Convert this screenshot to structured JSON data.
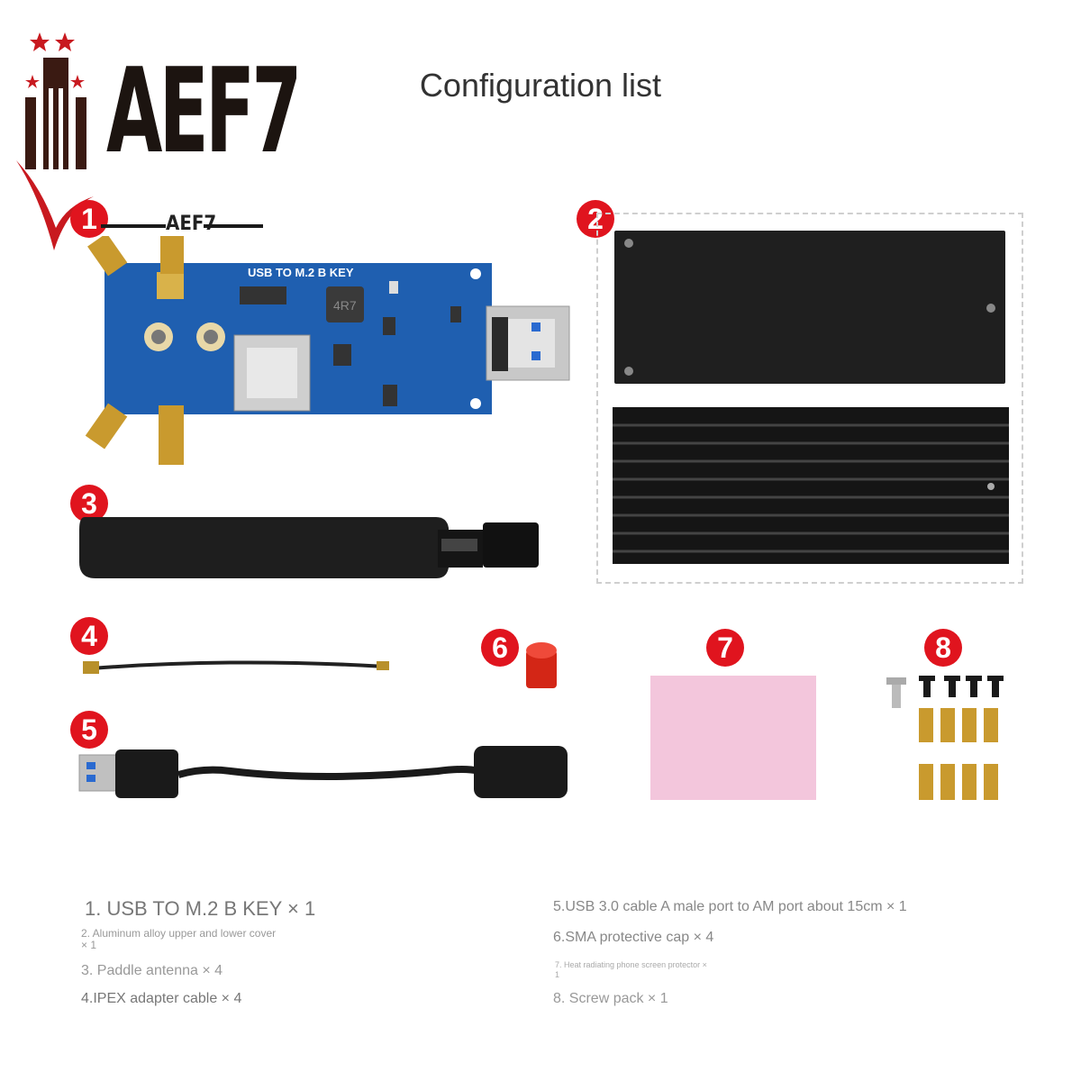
{
  "logo": {
    "text": "AEF7"
  },
  "title": "Configuration list",
  "watermark": {
    "text": "AEF7"
  },
  "board": {
    "silk_label": "USB TO M.2 B KEY",
    "inductor_label": "4R7"
  },
  "badges": [
    "1",
    "2",
    "3",
    "4",
    "5",
    "6",
    "7",
    "8"
  ],
  "items_left": [
    "1.  USB TO M.2 B KEY × 1",
    "2. Aluminum alloy upper and lower cover × 1",
    "3. Paddle antenna × 4",
    "4.IPEX adapter cable × 4"
  ],
  "items_right": [
    "5.USB 3.0 cable A male port to AM port about 15cm × 1",
    "6.SMA protective cap × 4",
    "7. Heat radiating phone screen protector × 1",
    "8. Screw pack × 1"
  ],
  "colors": {
    "badge": "#e0141e",
    "pcb": "#1f5fb0",
    "thermal_pad": "#f3c6dc",
    "gold": "#c99a2e",
    "logo_red": "#c8191f"
  }
}
